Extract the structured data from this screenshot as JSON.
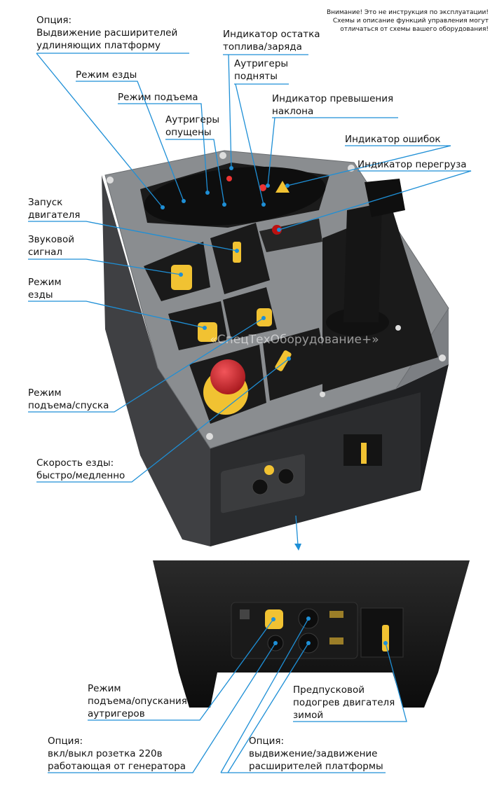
{
  "warning": [
    "Внимание! Это не инструкция по эксплуатации!",
    "Схемы и описание функций управления могут",
    "отличаться от схемы вашего оборудования!"
  ],
  "watermark": "«СпецТехОборудование+»",
  "labels": {
    "option_extensions": [
      "Опция:",
      "Выдвижение расширителей",
      "удлиняющих платформу"
    ],
    "drive_mode_top": [
      "Режим езды"
    ],
    "lift_mode": [
      "Режим подъема"
    ],
    "outriggers_down": [
      "Аутригеры",
      "опущены"
    ],
    "fuel_indicator": [
      "Индикатор остатка",
      "топлива/заряда"
    ],
    "outriggers_up": [
      "Аутригеры",
      "подняты"
    ],
    "tilt_indicator": [
      "Индикатор превышения",
      "наклона"
    ],
    "error_indicator": [
      "Индикатор ошибок"
    ],
    "overload_indicator": [
      "Индикатор перегруза"
    ],
    "engine_start": [
      "Запуск",
      "двигателя"
    ],
    "horn": [
      "Звуковой",
      "сигнал"
    ],
    "drive_mode": [
      "Режим",
      "езды"
    ],
    "lift_lower_mode": [
      "Режим",
      "подъема/спуска"
    ],
    "drive_speed": [
      "Скорость езды:",
      "быстро/медленно"
    ],
    "outrigger_mode": [
      "Режим",
      "подъема/опускания",
      "аутригеров"
    ],
    "preheat": [
      "Предпусковой",
      "подогрев двигателя",
      "зимой"
    ],
    "option_generator": [
      "Опция:",
      "вкл/выкл розетка 220в",
      "работающая от генератора"
    ],
    "option_extensions_bottom": [
      "Опция:",
      "выдвижение/задвижение",
      "расширителей платформы"
    ]
  },
  "colors": {
    "leader": "#1e8fd6",
    "emergency_stop": "#d7262c",
    "switch_yellow": "#f1c232",
    "panel_dark": "#1b1b1b",
    "panel_grey": "#8a8d90"
  }
}
